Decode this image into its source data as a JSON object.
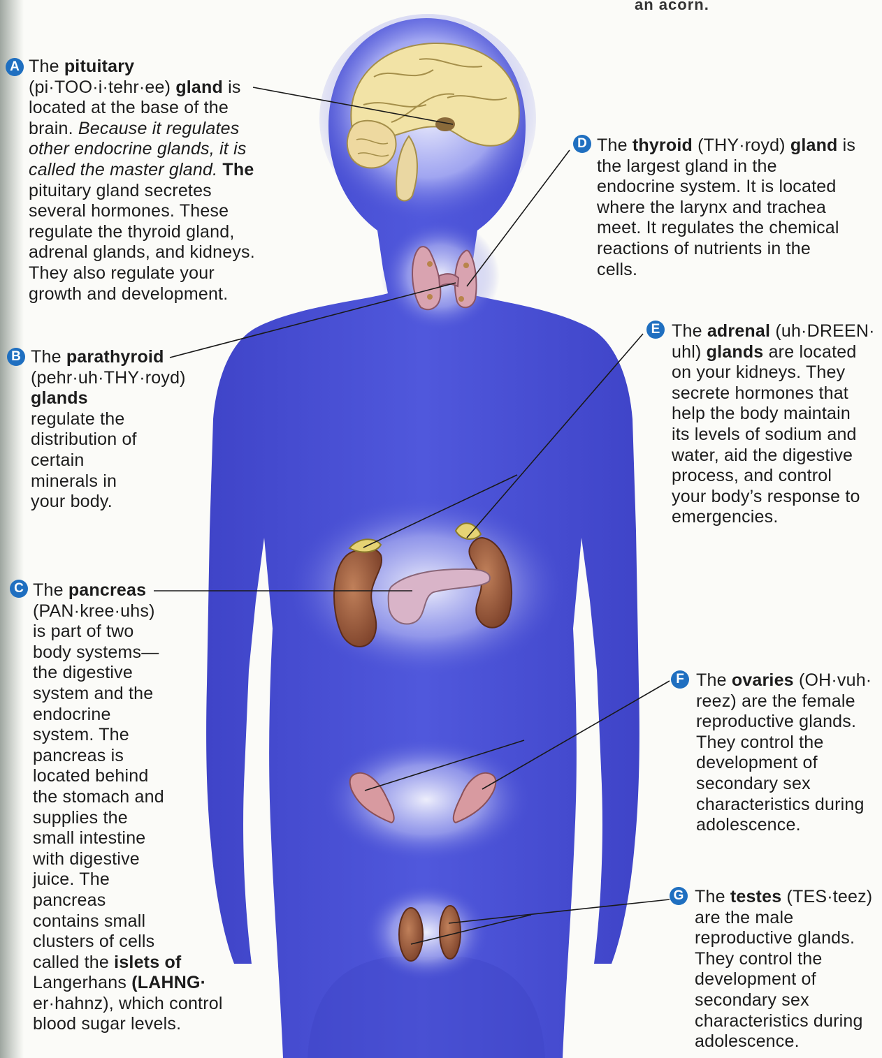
{
  "top_note": "an acorn.",
  "colors": {
    "body": "#4b52d6",
    "badge": "#1f6fc0",
    "gland": "#9b5a3c"
  },
  "callouts": {
    "A": {
      "badge": "A",
      "lines": [
        [
          "The ",
          "pituitary"
        ],
        [
          "(pi·TOO·i·tehr·ee) ",
          "gland",
          " is"
        ],
        [
          "located at the base of the"
        ],
        [
          "brain. ",
          "Because it regulates"
        ],
        [
          "other endocrine glands, it is"
        ],
        [
          "called the master gland.",
          " The"
        ],
        [
          "pituitary gland secretes"
        ],
        [
          "several hormones. These"
        ],
        [
          "regulate the thyroid gland,"
        ],
        [
          "adrenal glands, and kidneys."
        ],
        [
          "They also regulate your"
        ],
        [
          "growth and development."
        ]
      ]
    },
    "B": {
      "badge": "B",
      "lines": [
        [
          "The ",
          "parathyroid"
        ],
        [
          "(pehr·uh·THY·royd)"
        ],
        [
          "glands"
        ],
        [
          "regulate the"
        ],
        [
          "distribution of"
        ],
        [
          "certain"
        ],
        [
          "minerals in"
        ],
        [
          "your body."
        ]
      ]
    },
    "C": {
      "badge": "C",
      "lines": [
        [
          "The ",
          "pancreas"
        ],
        [
          "(PAN·kree·uhs)"
        ],
        [
          "is part of two"
        ],
        [
          "body systems—"
        ],
        [
          "the digestive"
        ],
        [
          "system and the"
        ],
        [
          "endocrine"
        ],
        [
          "system. The"
        ],
        [
          "pancreas is"
        ],
        [
          "located behind"
        ],
        [
          "the stomach and"
        ],
        [
          "supplies the"
        ],
        [
          "small intestine"
        ],
        [
          "with digestive"
        ],
        [
          "juice. The"
        ],
        [
          "pancreas"
        ],
        [
          "contains small"
        ],
        [
          "clusters of cells"
        ],
        [
          "called the ",
          "islets of"
        ],
        [
          "Langerhans",
          " (LAHNG·"
        ],
        [
          "er·hahnz), which control"
        ],
        [
          "blood sugar levels."
        ]
      ]
    },
    "D": {
      "badge": "D",
      "lines": [
        [
          "The ",
          "thyroid",
          " (THY·royd) ",
          "gland",
          " is"
        ],
        [
          "the largest gland in the"
        ],
        [
          "endocrine system. It is located"
        ],
        [
          "where the larynx and trachea"
        ],
        [
          "meet. It regulates the chemical"
        ],
        [
          "reactions of nutrients in the"
        ],
        [
          "cells."
        ]
      ]
    },
    "E": {
      "badge": "E",
      "lines": [
        [
          "The ",
          "adrenal",
          " (uh·DREEN·"
        ],
        [
          "uhl) ",
          "glands",
          " are located"
        ],
        [
          "on your kidneys. They"
        ],
        [
          "secrete hormones that"
        ],
        [
          "help the body maintain"
        ],
        [
          "its levels of sodium and"
        ],
        [
          "water, aid the digestive"
        ],
        [
          "process, and control"
        ],
        [
          "your body’s response to"
        ],
        [
          "emergencies."
        ]
      ]
    },
    "F": {
      "badge": "F",
      "lines": [
        [
          "The ",
          "ovaries",
          " (OH·vuh·"
        ],
        [
          "reez) are the female"
        ],
        [
          "reproductive glands."
        ],
        [
          "They control the"
        ],
        [
          "development of"
        ],
        [
          "secondary sex"
        ],
        [
          "characteristics during"
        ],
        [
          "adolescence."
        ]
      ]
    },
    "G": {
      "badge": "G",
      "lines": [
        [
          "The ",
          "testes",
          " (TES·teez)"
        ],
        [
          "are the male"
        ],
        [
          "reproductive glands."
        ],
        [
          "They control the"
        ],
        [
          "development of"
        ],
        [
          "secondary sex"
        ],
        [
          "characteristics during"
        ],
        [
          "adolescence."
        ]
      ]
    }
  }
}
